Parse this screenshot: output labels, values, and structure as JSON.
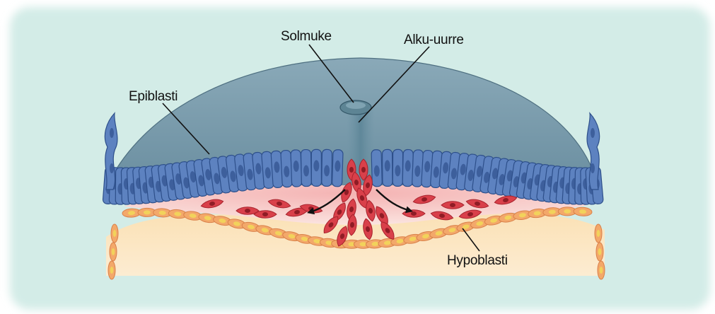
{
  "labels": {
    "solmuke": "Solmuke",
    "alku_uurre": "Alku-uurre",
    "epiblasti": "Epiblasti",
    "hypoblasti": "Hypoblasti"
  },
  "colors": {
    "panel": "#d3ece7",
    "amnion": "#7f9fae",
    "epiblast": "#5d82c0",
    "epiblast_nucleus": "#3d5f9c",
    "mesoderm_cell": "#d9404a",
    "mesoderm_bg": "#f6cfcf",
    "hypoblast": "#f3a86a",
    "hypoblast_nucleus": "#f2d25b",
    "yolk": "#fbe5bf"
  }
}
